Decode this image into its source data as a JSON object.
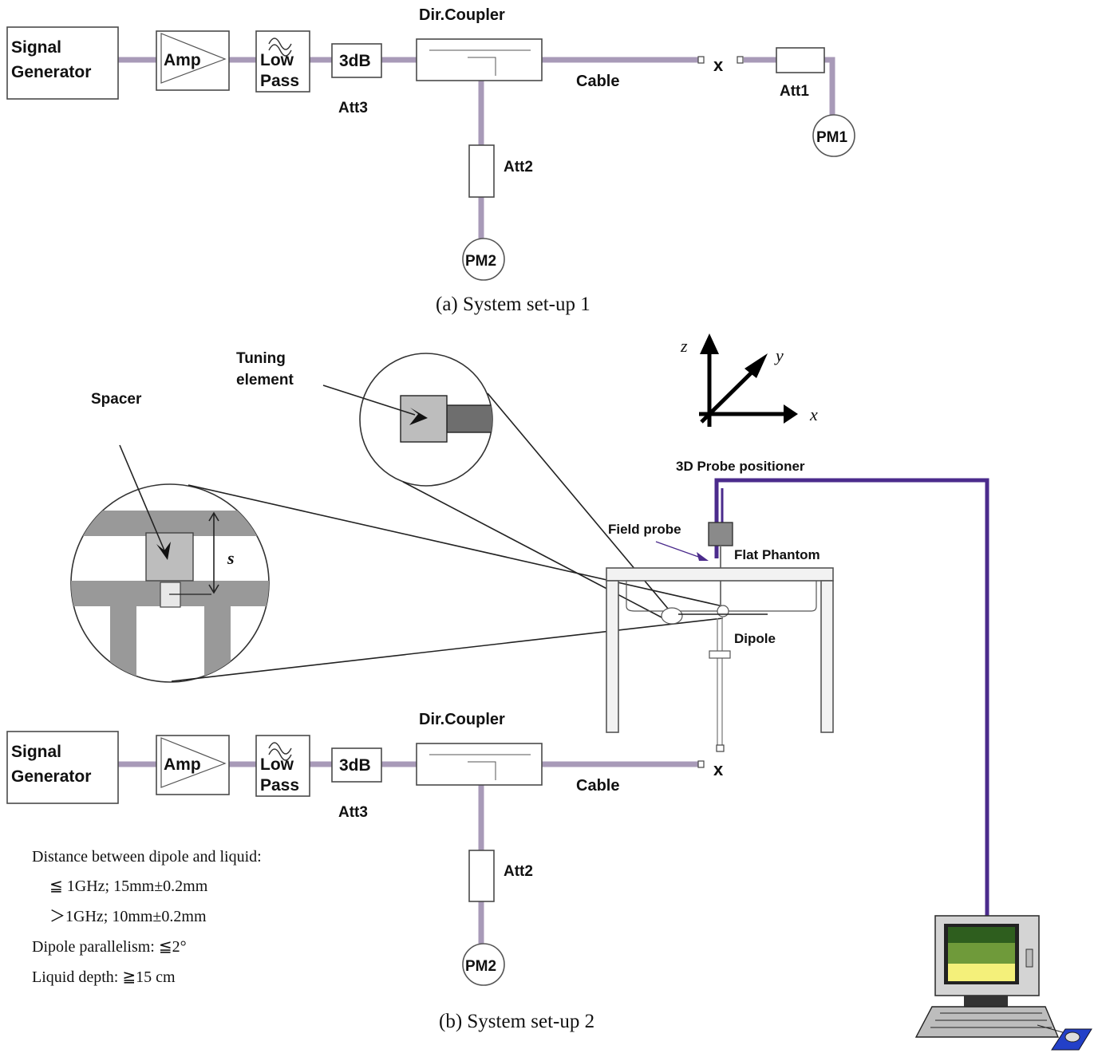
{
  "setup1": {
    "signal_generator": [
      "Signal",
      "Generator"
    ],
    "amp": "Amp",
    "low_pass": [
      "Low",
      "Pass"
    ],
    "att_3db": "3dB",
    "att3": "Att3",
    "dir_coupler": "Dir.Coupler",
    "cable": "Cable",
    "junction": "x",
    "att1": "Att1",
    "pm1": "PM1",
    "att2": "Att2",
    "pm2": "PM2",
    "caption": "(a)  System set-up 1"
  },
  "setup2": {
    "signal_generator": [
      "Signal",
      "Generator"
    ],
    "amp": "Amp",
    "low_pass": [
      "Low",
      "Pass"
    ],
    "att_3db": "3dB",
    "att3": "Att3",
    "dir_coupler": "Dir.Coupler",
    "cable": "Cable",
    "junction": "x",
    "att2": "Att2",
    "pm2": "PM2",
    "caption": "(b) System set-up 2",
    "tuning_element": [
      "Tuning",
      "element"
    ],
    "spacer": "Spacer",
    "s_label": "s",
    "axis_z": "z",
    "axis_y": "y",
    "axis_x": "x",
    "probe_positioner": "3D Probe positioner",
    "field_probe": "Field probe",
    "flat_phantom": "Flat Phantom",
    "dipole": "Dipole",
    "notes": [
      "Distance between dipole and liquid:",
      "≦ 1GHz; 15mm±0.2mm",
      "＞1GHz; 10mm±0.2mm",
      "Dipole parallelism:  ≦2°",
      "Liquid depth:  ≧15 cm"
    ]
  },
  "colors": {
    "cable": "#a89ab8",
    "probe_cable": "#4b2b8c",
    "screen_top": "#2e5e1e",
    "screen_mid": "#6f9a3a",
    "screen_bottom": "#f4f07a",
    "mouse_pad": "#2340c8"
  }
}
